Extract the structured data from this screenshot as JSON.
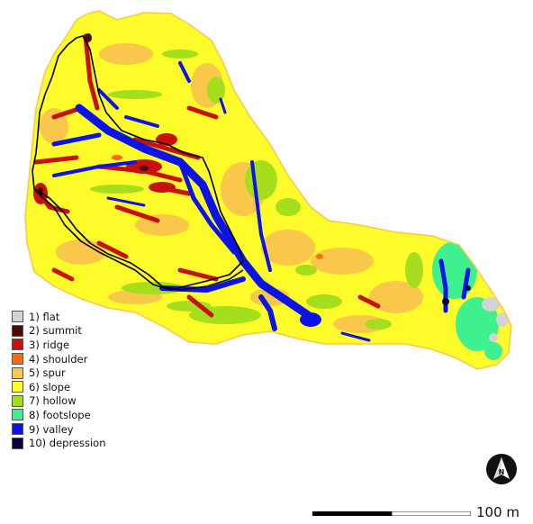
{
  "legend": {
    "items": [
      {
        "label": "1) flat",
        "color": "#d3d3d3"
      },
      {
        "label": "2) summit",
        "color": "#4a0a08"
      },
      {
        "label": "3) ridge",
        "color": "#c8100e"
      },
      {
        "label": "4) shoulder",
        "color": "#ff6a12"
      },
      {
        "label": "5) spur",
        "color": "#f9c74a"
      },
      {
        "label": "6) slope",
        "color": "#fdfb2a"
      },
      {
        "label": "7) hollow",
        "color": "#a4de1d"
      },
      {
        "label": "8) footslope",
        "color": "#3ff08f"
      },
      {
        "label": "9) valley",
        "color": "#0b13e6"
      },
      {
        "label": "10) depression",
        "color": "#06063a"
      }
    ]
  },
  "scale": {
    "label": "100 m"
  },
  "north": {
    "label": "N"
  }
}
